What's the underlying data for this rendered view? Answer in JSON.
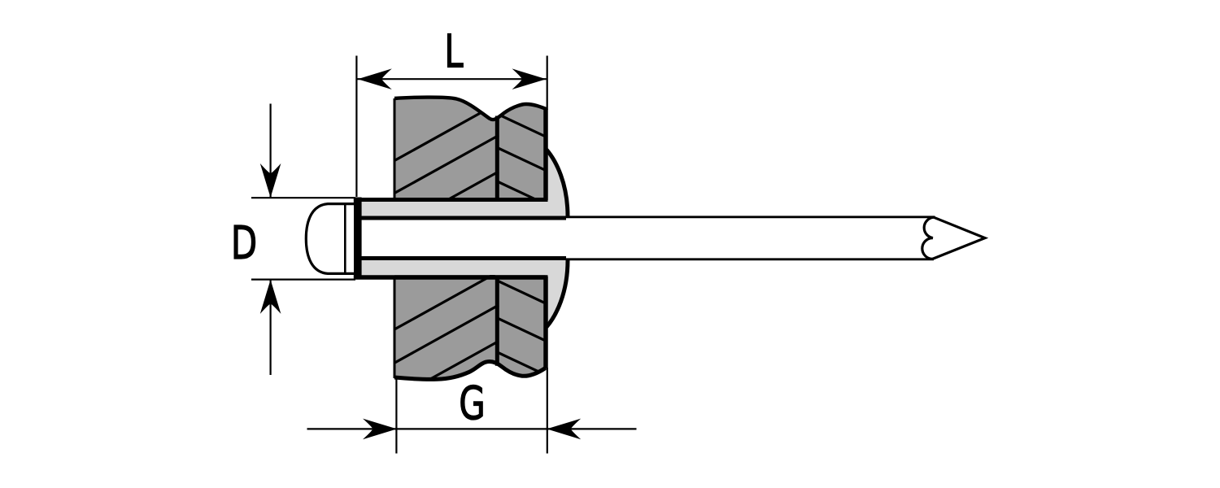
{
  "diagram": {
    "type": "technical-drawing",
    "subject": "blind-rivet-cross-section",
    "labels": {
      "length": "L",
      "diameter": "D",
      "grip": "G"
    },
    "colors": {
      "line": "#000000",
      "plate_fill": "#9b9b9b",
      "rivet_fill": "#d8d8d8",
      "background": "#ffffff"
    }
  }
}
